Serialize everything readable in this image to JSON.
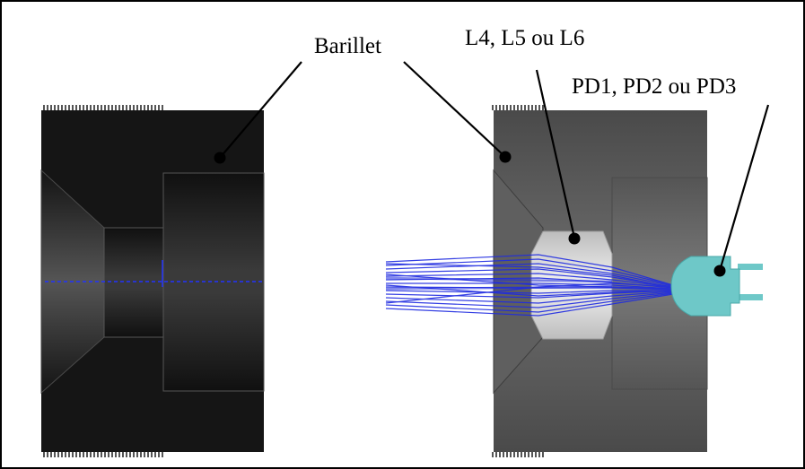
{
  "labels": {
    "barrel": "Barillet",
    "lens": "L4, L5 ou L6",
    "photodiode": "PD1, PD2 ou PD3"
  },
  "colors": {
    "frame": "#000000",
    "left_barrel": "#111111",
    "right_barrel": "#5a5a5a",
    "rays": "#1f2be0",
    "lens_body": "#d9d9d9",
    "photodiode": "#6ec8c8"
  }
}
